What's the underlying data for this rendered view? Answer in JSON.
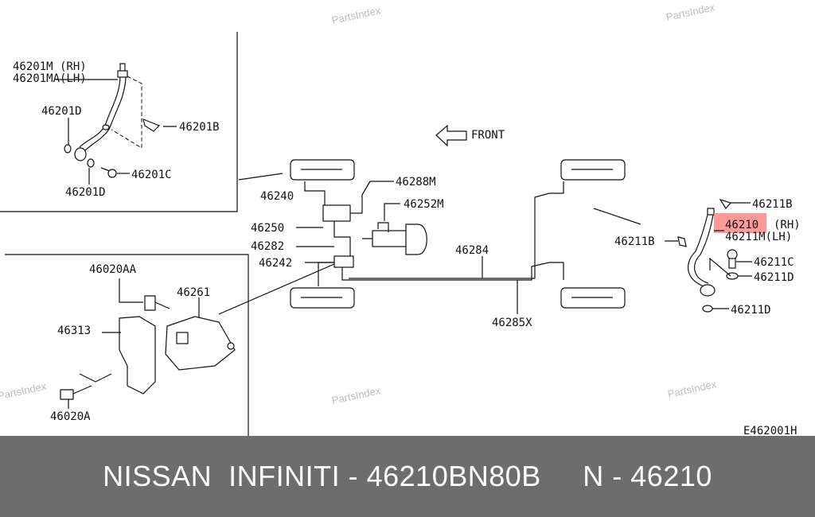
{
  "watermark": "PartsIndex",
  "diagram_code": "E462001H",
  "front_label": "FRONT",
  "highlight_color": "#ff8080",
  "labels": {
    "p46201M": "46201M  (RH)",
    "p46201MA": "46201MA(LH)",
    "p46201D_a": "46201D",
    "p46201B": "46201B",
    "p46201C": "46201C",
    "p46201D_b": "46201D",
    "p46240": "46240",
    "p46288M": "46288M",
    "p46252M": "46252M",
    "p46250": "46250",
    "p46282": "46282",
    "p46242": "46242",
    "p46284": "46284",
    "p46285X": "46285X",
    "p46020AA": "46020AA",
    "p46261": "46261",
    "p46313": "46313",
    "p46020A": "46020A",
    "p46211B_a": "46211B",
    "p46210": "46210",
    "p46210_side": "(RH)",
    "p46211M": "46211M(LH)",
    "p46211B_b": "46211B",
    "p46211C": "46211C",
    "p46211D_a": "46211D",
    "p46211D_b": "46211D"
  },
  "footer": {
    "title": "NISSAN  INFINITI - 46210BN80B     N - 46210"
  }
}
